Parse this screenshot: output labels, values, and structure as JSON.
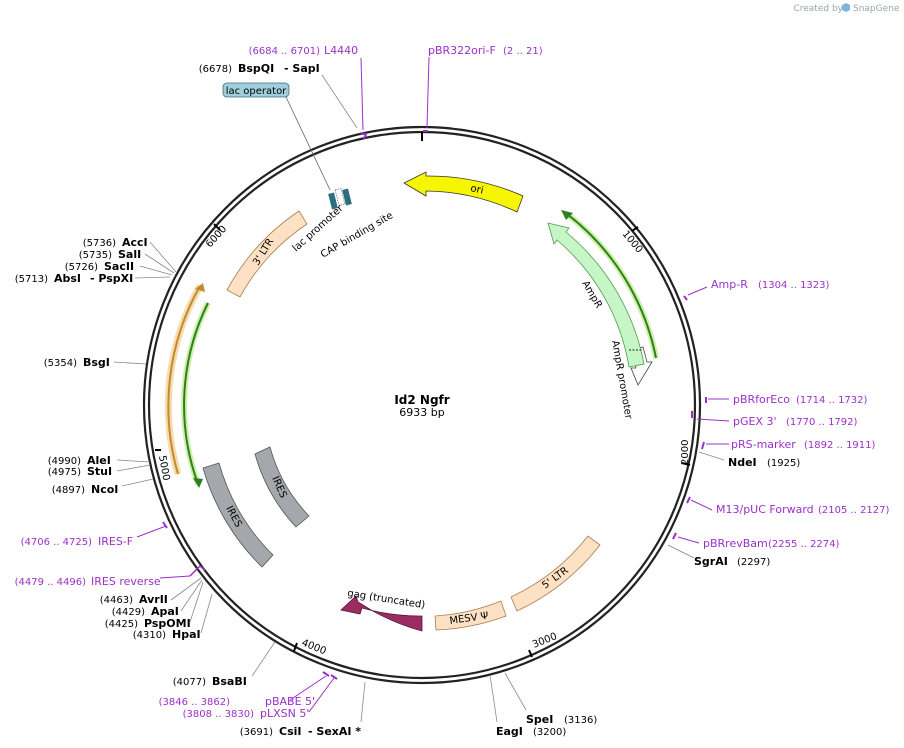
{
  "credit": {
    "prefix": "Created by",
    "brand": "SnapGene"
  },
  "plasmid": {
    "name": "Id2 Ngfr",
    "length": "6933 bp"
  },
  "ticks": [
    "1000",
    "2000",
    "3000",
    "4000",
    "5000",
    "6000"
  ],
  "features": {
    "ori": "ori",
    "ampR": "AmpR",
    "ampR_promoter": "AmpR promoter",
    "ltr3": "3' LTR",
    "ltr5": "5' LTR",
    "mesv": "MESV Ψ",
    "gag": "gag (truncated)",
    "ires1": "IRES",
    "ires2": "IRES",
    "lac_operator": "lac operator",
    "lac_promoter": "lac promoter",
    "cap_site": "CAP binding site"
  },
  "cut_sites": [
    {
      "pos": "(6678)",
      "name": "BspQI",
      "extra": "- SapI"
    },
    {
      "pos": "(5736)",
      "name": "AccI"
    },
    {
      "pos": "(5735)",
      "name": "SalI"
    },
    {
      "pos": "(5726)",
      "name": "SacII"
    },
    {
      "pos": "(5713)",
      "name": "AbsI",
      "extra": "- PspXI"
    },
    {
      "pos": "(5354)",
      "name": "BsgI"
    },
    {
      "pos": "(4990)",
      "name": "AleI"
    },
    {
      "pos": "(4975)",
      "name": "StuI"
    },
    {
      "pos": "(4897)",
      "name": "NcoI"
    },
    {
      "pos": "(4463)",
      "name": "AvrII"
    },
    {
      "pos": "(4429)",
      "name": "ApaI"
    },
    {
      "pos": "(4425)",
      "name": "PspOMI"
    },
    {
      "pos": "(4310)",
      "name": "HpaI"
    },
    {
      "pos": "(4077)",
      "name": "BsaBI"
    },
    {
      "pos": "(3691)",
      "name": "CsiI",
      "extra": "- SexAI *"
    },
    {
      "pos": "(3200)",
      "name": "EagI"
    },
    {
      "pos": "(3136)",
      "name": "SpeI"
    },
    {
      "pos": "(2297)",
      "name": "SgrAI"
    },
    {
      "pos": "(1925)",
      "name": "NdeI"
    }
  ],
  "primers": [
    {
      "name": "L4440",
      "range": "(6684 .. 6701)"
    },
    {
      "name": "pBR322ori-F",
      "range": "(2 .. 21)"
    },
    {
      "name": "Amp-R",
      "range": "(1304 .. 1323)"
    },
    {
      "name": "pBRforEco",
      "range": "(1714 .. 1732)"
    },
    {
      "name": "pGEX 3'",
      "range": "(1770 .. 1792)"
    },
    {
      "name": "pRS-marker",
      "range": "(1892 .. 1911)"
    },
    {
      "name": "M13/pUC Forward",
      "range": "(2105 .. 2127)"
    },
    {
      "name": "pBRrevBam",
      "range": "(2255 .. 2274)"
    },
    {
      "name": "IRES-F",
      "range": "(4706 .. 4725)"
    },
    {
      "name": "IRES reverse",
      "range": "(4479 .. 4496)"
    },
    {
      "name": "pBABE 5'",
      "range": "(3846 .. 3862)"
    },
    {
      "name": "pLXSN 5'",
      "range": "(3808 .. 3830)"
    }
  ]
}
